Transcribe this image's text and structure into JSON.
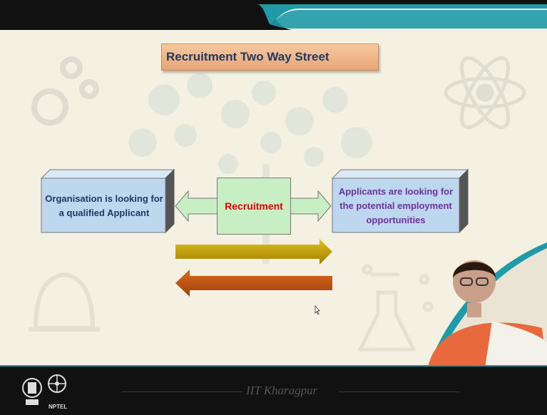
{
  "slide": {
    "title": "Recruitment Two Way Street",
    "left_box_text": "Organisation is looking for a qualified Applicant",
    "center_box_text": "Recruitment",
    "right_box_text": "Applicants are looking for the potential employment opportunities"
  },
  "footer": {
    "institute_text": "IIT Kharagpur",
    "nptel_label": "NPTEL"
  },
  "colors": {
    "title_fill": "#eeb489",
    "left_box_fill": "#bdd7ee",
    "center_box_fill": "#c8eec4",
    "right_box_fill": "#bdd7ee",
    "center_text": "#e00000",
    "right_text": "#7030a0",
    "arrow_right": "#c4a000",
    "arrow_left": "#c55a11",
    "accent_band": "#1e9aa9"
  },
  "icons": [
    "gear-icon",
    "atom-icon",
    "tree-network-icon",
    "hard-hat-icon",
    "flask-circuit-icon",
    "iit-emblem-icon",
    "nptel-wheel-icon",
    "mouse-pointer-icon"
  ]
}
